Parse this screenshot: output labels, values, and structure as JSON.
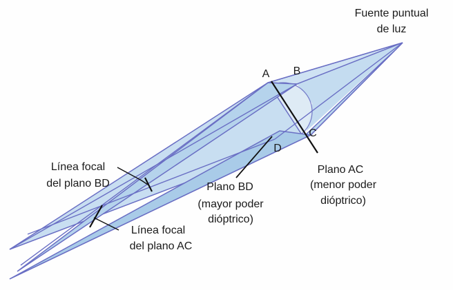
{
  "source_label": [
    "Fuente puntual",
    "de luz"
  ],
  "points": {
    "a": "A",
    "b": "B",
    "c": "C",
    "d": "D"
  },
  "plane_ac": [
    "Plano AC",
    "(menor poder",
    "dióptrico)"
  ],
  "plane_bd": [
    "Plano BD",
    "(mayor poder",
    "dióptrico)"
  ],
  "focal_bd": [
    "Línea focal",
    "del plano BD"
  ],
  "focal_ac": [
    "Línea focal",
    "del plano AC"
  ],
  "colors": {
    "fill": "#bcd8ee",
    "fill_dark": "#9fc3e3",
    "stroke": "#6a6fc4",
    "line": "#111111"
  }
}
